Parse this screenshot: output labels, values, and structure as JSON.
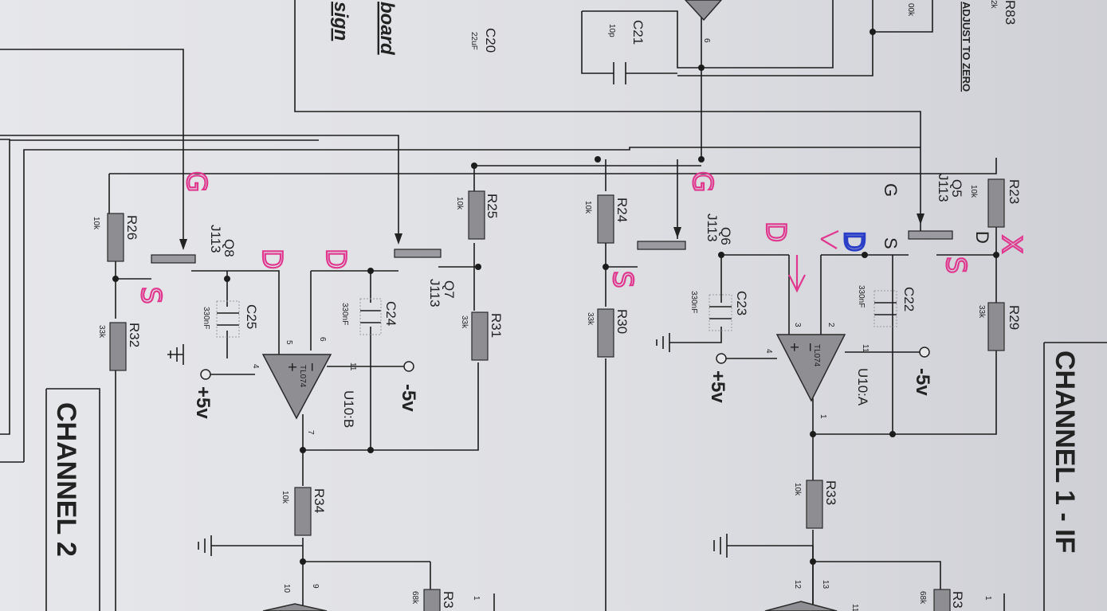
{
  "sheet": {
    "title_ch1": "CHANNEL 1 - IF",
    "title_ch2": "CHANNEL 2",
    "note": "ADJUST TO ZERO",
    "frag_board": "board",
    "frag_sign": "sign"
  },
  "resistors": {
    "R83": {
      "ref": "R83",
      "value": "2k"
    },
    "R23": {
      "ref": "R23",
      "value": "10k"
    },
    "R24": {
      "ref": "R24",
      "value": "10k"
    },
    "R25": {
      "ref": "R25",
      "value": "10k"
    },
    "R26": {
      "ref": "R26",
      "value": "10k"
    },
    "R29": {
      "ref": "R29",
      "value": "33k"
    },
    "R30": {
      "ref": "R30",
      "value": "33k"
    },
    "R31": {
      "ref": "R31",
      "value": "33k"
    },
    "R32": {
      "ref": "R32",
      "value": "33k"
    },
    "R33": {
      "ref": "R33",
      "value": "10k"
    },
    "R34": {
      "ref": "R34",
      "value": "10k"
    },
    "R3a": {
      "ref": "R3",
      "value": "68k"
    },
    "R3b": {
      "ref": "R3",
      "value": "68k"
    },
    "Rpot": {
      "value": "00k"
    }
  },
  "capacitors": {
    "C20": {
      "ref": "C20",
      "value": "22uF"
    },
    "C21": {
      "ref": "C21",
      "value": "10p"
    },
    "C22": {
      "ref": "C22",
      "value": "330nF"
    },
    "C23": {
      "ref": "C23",
      "value": "330nF"
    },
    "C24": {
      "ref": "C24",
      "value": "330nF"
    },
    "C25": {
      "ref": "C25",
      "value": "330nF"
    }
  },
  "transistors": {
    "Q5": {
      "ref": "Q5",
      "type": "J113"
    },
    "Q6": {
      "ref": "Q6",
      "type": "J113"
    },
    "Q7": {
      "ref": "Q7",
      "type": "J113"
    },
    "Q8": {
      "ref": "Q8",
      "type": "J113"
    }
  },
  "opamps": {
    "U10A": {
      "ref": "U10:A",
      "type": "TL074",
      "pins": {
        "in_minus": "2",
        "in_plus": "3",
        "out": "1",
        "v_pos": "4",
        "v_neg": "11"
      }
    },
    "U10B": {
      "ref": "U10:B",
      "type": "TL074",
      "pins": {
        "in_minus": "6",
        "in_plus": "5",
        "out": "7",
        "v_pos": "4",
        "v_neg": "11"
      }
    },
    "top_pin": "6"
  },
  "supplies": {
    "pos": "+5v",
    "neg": "-5v"
  },
  "pins_bottom": {
    "p12": "12",
    "p13": "13",
    "p11": "11",
    "p9": "9",
    "p10": "10",
    "frag_ch1": "1",
    "frag_ch2": "1"
  },
  "printed_glyphs": {
    "G": "G",
    "S": "S",
    "D": "D",
    "minus": "−",
    "plus": "+"
  },
  "handwritten": {
    "g_q8": "G",
    "g_q6": "G",
    "d_u10b_5": "D",
    "d_q7": "D",
    "d_u10a_3": "D",
    "s_q8": "S",
    "s_q6": "S",
    "s_q5": "S",
    "d_blue": "D",
    "x_mark": "X"
  },
  "colors": {
    "paper": "#dcdde2",
    "ink": "#1c1c1c",
    "component_fill": "#8e8e92",
    "pen_magenta": "#e0388f",
    "pen_blue": "#2b3ec8"
  }
}
